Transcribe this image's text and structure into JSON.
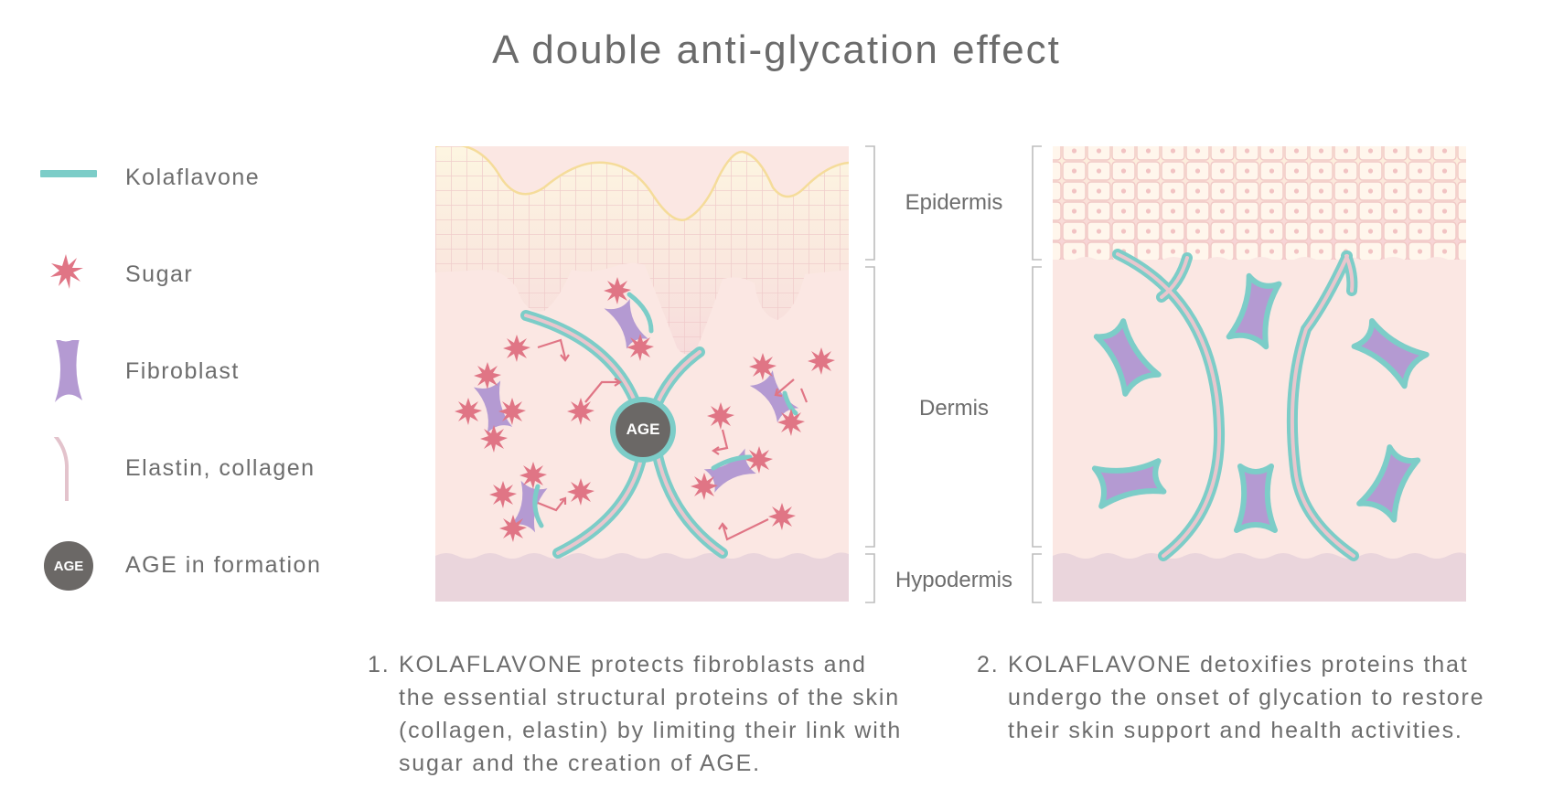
{
  "title": "A double anti-glycation effect",
  "legend": [
    {
      "label": "Kolaflavone",
      "icon": "kolaflavone-line-icon"
    },
    {
      "label": "Sugar",
      "icon": "sugar-star-icon"
    },
    {
      "label": "Fibroblast",
      "icon": "fibroblast-icon"
    },
    {
      "label": "Elastin, collagen",
      "icon": "elastin-collagen-icon"
    },
    {
      "label": "AGE in formation",
      "icon": "age-circle-icon",
      "badge": "AGE"
    }
  ],
  "layers": {
    "epidermis": "Epidermis",
    "dermis": "Dermis",
    "hypodermis": "Hypodermis"
  },
  "age_label": "AGE",
  "captions": [
    {
      "number": "1.",
      "text": "KOLAFLAVONE protects fibroblasts and the essential structural proteins of the skin (collagen, elastin) by limiting their link with sugar and the creation of AGE."
    },
    {
      "number": "2.",
      "text": "KOLAFLAVONE detoxifies proteins that undergo the onset of glycation to restore their skin support and health activities."
    }
  ],
  "colors": {
    "kolaflavone": "#7ccdc8",
    "sugar": "#e07585",
    "fibroblast": "#b49ad2",
    "elastin": "#e8c8d0",
    "age": "#6b6866",
    "dermis": "#fbe5e3",
    "hypodermis": "#ead6dd",
    "epidermis_top": "#fdf5e3"
  }
}
